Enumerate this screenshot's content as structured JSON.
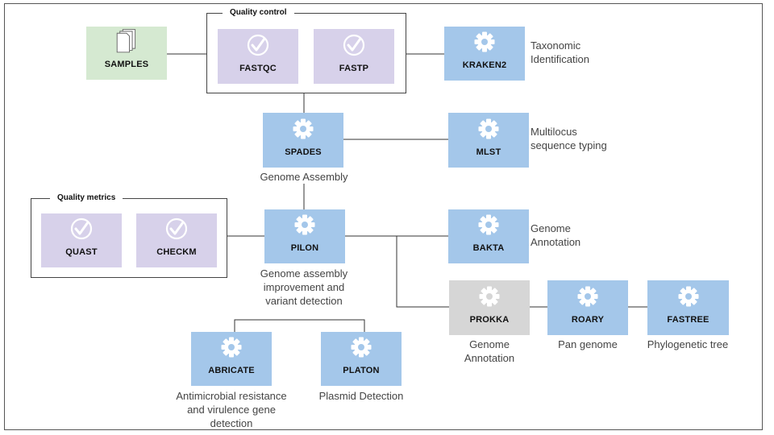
{
  "groups": {
    "quality_control": "Quality control",
    "quality_metrics": "Quality metrics"
  },
  "nodes": {
    "samples": {
      "label": "SAMPLES",
      "icon": "documents-icon"
    },
    "fastqc": {
      "label": "FASTQC",
      "icon": "checkmark-icon"
    },
    "fastp": {
      "label": "FASTP",
      "icon": "checkmark-icon"
    },
    "kraken2": {
      "label": "KRAKEN2",
      "icon": "gear-icon"
    },
    "spades": {
      "label": "SPADES",
      "icon": "gear-icon"
    },
    "mlst": {
      "label": "MLST",
      "icon": "gear-icon"
    },
    "pilon": {
      "label": "PILON",
      "icon": "gear-icon"
    },
    "quast": {
      "label": "QUAST",
      "icon": "checkmark-icon"
    },
    "checkm": {
      "label": "CHECKM",
      "icon": "checkmark-icon"
    },
    "bakta": {
      "label": "BAKTA",
      "icon": "gear-icon"
    },
    "prokka": {
      "label": "PROKKA",
      "icon": "gear-icon"
    },
    "roary": {
      "label": "ROARY",
      "icon": "gear-icon"
    },
    "fastree": {
      "label": "FASTREE",
      "icon": "gear-icon"
    },
    "abricate": {
      "label": "ABRICATE",
      "icon": "gear-icon"
    },
    "platon": {
      "label": "PLATON",
      "icon": "gear-icon"
    }
  },
  "descriptions": {
    "kraken2": [
      "Taxonomic",
      "Identification"
    ],
    "mlst": [
      "Multilocus",
      "sequence typing"
    ],
    "spades": [
      "Genome Assembly"
    ],
    "bakta": [
      "Genome",
      "Annotation"
    ],
    "pilon": [
      "Genome assembly",
      "improvement and",
      "variant detection"
    ],
    "prokka": [
      "Genome",
      "Annotation"
    ],
    "roary": [
      "Pan genome"
    ],
    "fastree": [
      "Phylogenetic tree"
    ],
    "abricate": [
      "Antimicrobial resistance",
      "and virulence gene",
      "detection"
    ],
    "platon": [
      "Plasmid Detection"
    ]
  },
  "colors": {
    "tool": "#a4c7ea",
    "quality": "#d7d1ea",
    "samples": "#d5e9d1",
    "optional": "#d6d6d6",
    "icon": "#ffffff",
    "line": "#333333"
  }
}
